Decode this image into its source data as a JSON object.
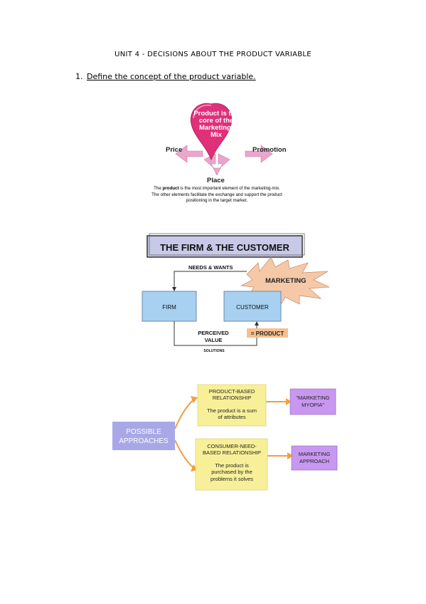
{
  "document": {
    "title": "UNIT 4 - DECISIONS ABOUT THE PRODUCT VARIABLE",
    "question_number": "1.",
    "question_text": "Define the concept of the product variable."
  },
  "figure1": {
    "heart_lines": [
      "Product is the",
      "core of the",
      "Marketing-",
      "Mix"
    ],
    "left_label": "Price",
    "right_label": "Promotion",
    "bottom_label": "Place",
    "caption_lead": "The ",
    "caption_bold": "product",
    "caption_rest_line1": " is the most important element of the marketing-mix.",
    "caption_line2": "The other elements facilitate the exchange and support the product",
    "caption_line3": "positioning in the target market.",
    "colors": {
      "heart": "#e0307a",
      "arrows": "#e8a0c8"
    }
  },
  "figure2": {
    "title": "THE FIRM & THE CUSTOMER",
    "needs_label": "NEEDS & WANTS",
    "marketing_label": "MARKETING",
    "firm_label": "FIRM",
    "customer_label": "CUSTOMER",
    "perceived_line1": "PERCEIVED",
    "perceived_line2": "VALUE",
    "solutions_label": "SOLUTIONS",
    "product_label": "= PRODUCT",
    "colors": {
      "title_bg": "#c8c8e8",
      "box": "#a8d0f0",
      "burst": "#f5c9a8",
      "product_bg": "#f5c090"
    }
  },
  "figure3": {
    "root_line1": "POSSIBLE",
    "root_line2": "APPROACHES",
    "top_box": {
      "line1": "PRODUCT-BASED",
      "line2": "RELATIONSHIP",
      "line3": "The product is a sum",
      "line4": "of attributes"
    },
    "bottom_box": {
      "line1": "CONSUMER-NEED-",
      "line2": "BASED RELATIONSHIP",
      "line3": "The product is",
      "line4": "purchased by the",
      "line5": "problems it solves"
    },
    "top_result": {
      "line1": "\"MARKETING",
      "line2": "MYOPIA\""
    },
    "bottom_result": {
      "line1": "MARKETING",
      "line2": "APPROACH"
    },
    "colors": {
      "root": "#a8a8e8",
      "box": "#f8f098",
      "result": "#c898f0",
      "arrow": "#f0a040"
    }
  }
}
